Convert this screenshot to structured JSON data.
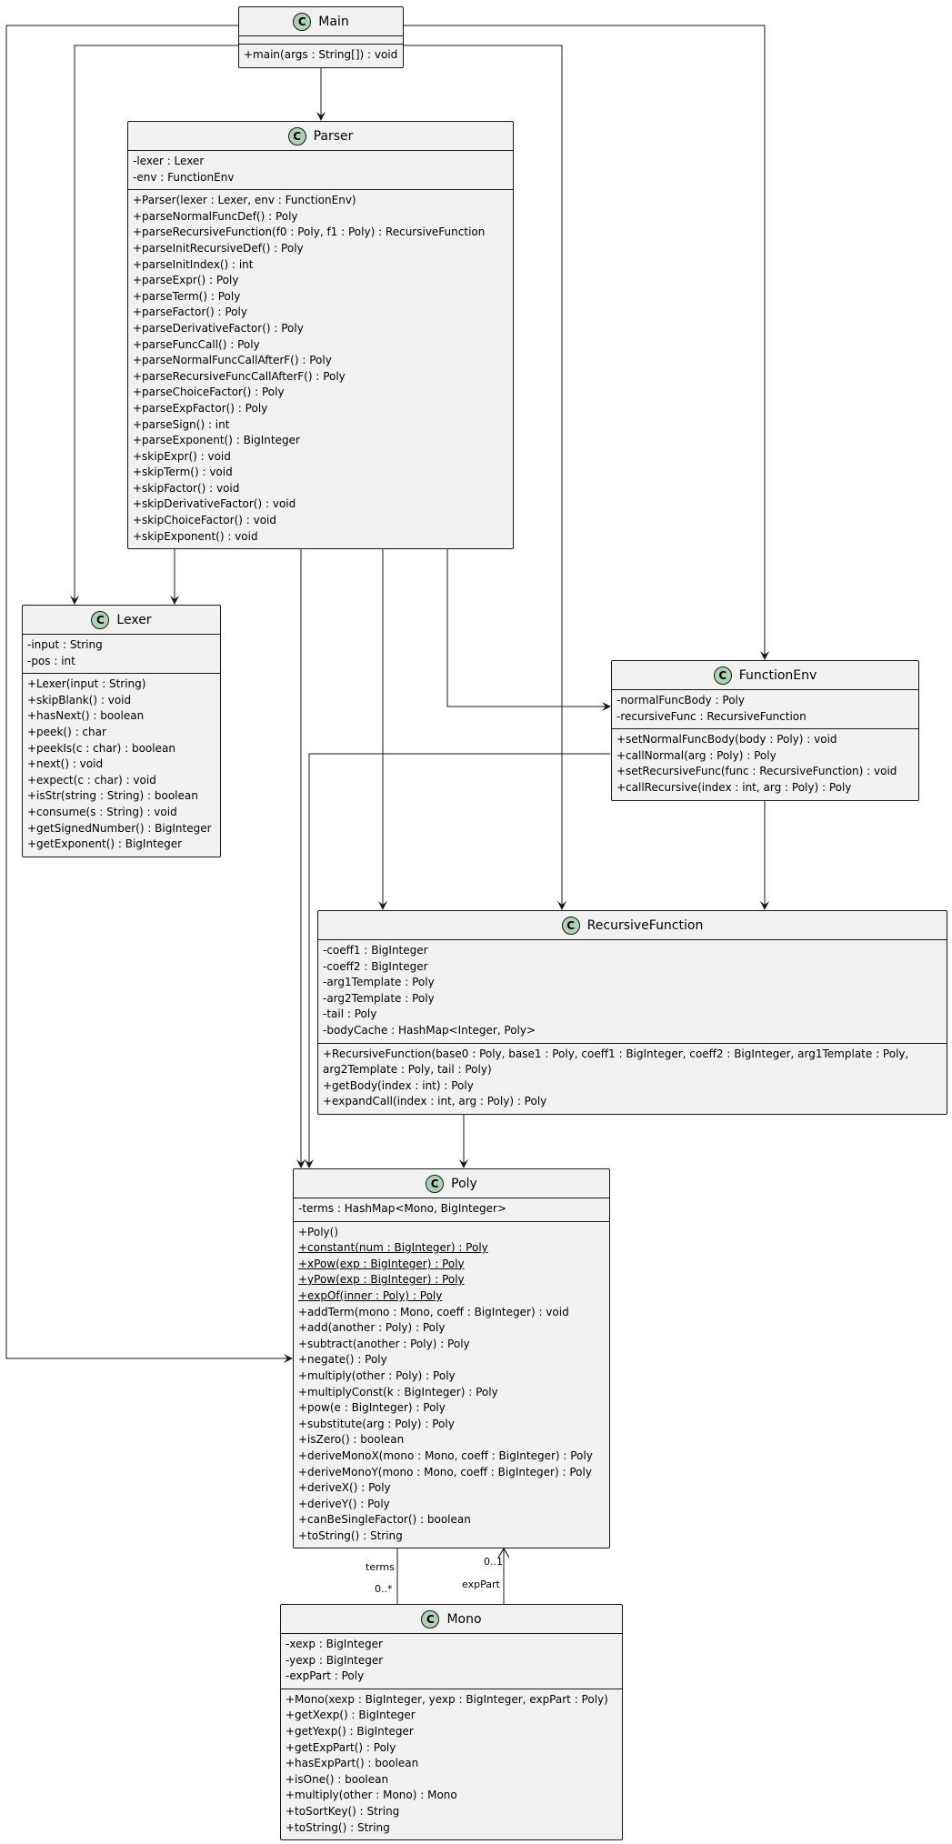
{
  "classes": {
    "main": {
      "name": "Main",
      "attributes": [],
      "methods": [
        "+main(args : String[]) : void"
      ]
    },
    "parser": {
      "name": "Parser",
      "attributes": [
        "-lexer : Lexer",
        "-env : FunctionEnv"
      ],
      "methods": [
        "+Parser(lexer : Lexer, env : FunctionEnv)",
        "+parseNormalFuncDef() : Poly",
        "+parseRecursiveFunction(f0 : Poly, f1 : Poly) : RecursiveFunction",
        "+parseInitRecursiveDef() : Poly",
        "+parseInitIndex() : int",
        "+parseExpr() : Poly",
        "+parseTerm() : Poly",
        "+parseFactor() : Poly",
        "+parseDerivativeFactor() : Poly",
        "+parseFuncCall() : Poly",
        "+parseNormalFuncCallAfterF() : Poly",
        "+parseRecursiveFuncCallAfterF() : Poly",
        "+parseChoiceFactor() : Poly",
        "+parseExpFactor() : Poly",
        "+parseSign() : int",
        "+parseExponent() : BigInteger",
        "+skipExpr() : void",
        "+skipTerm() : void",
        "+skipFactor() : void",
        "+skipDerivativeFactor() : void",
        "+skipChoiceFactor() : void",
        "+skipExponent() : void"
      ]
    },
    "lexer": {
      "name": "Lexer",
      "attributes": [
        "-input : String",
        "-pos : int"
      ],
      "methods": [
        "+Lexer(input : String)",
        "+skipBlank() : void",
        "+hasNext() : boolean",
        "+peek() : char",
        "+peekIs(c : char) : boolean",
        "+next() : void",
        "+expect(c : char) : void",
        "+isStr(string : String) : boolean",
        "+consume(s : String) : void",
        "+getSignedNumber() : BigInteger",
        "+getExponent() : BigInteger"
      ]
    },
    "functionEnv": {
      "name": "FunctionEnv",
      "attributes": [
        "-normalFuncBody : Poly",
        "-recursiveFunc : RecursiveFunction"
      ],
      "methods": [
        "+setNormalFuncBody(body : Poly) : void",
        "+callNormal(arg : Poly) : Poly",
        "+setRecursiveFunc(func : RecursiveFunction) : void",
        "+callRecursive(index : int, arg : Poly) : Poly"
      ]
    },
    "recursiveFunction": {
      "name": "RecursiveFunction",
      "attributes": [
        "-coeff1 : BigInteger",
        "-coeff2 : BigInteger",
        "-arg1Template : Poly",
        "-arg2Template : Poly",
        "-tail : Poly",
        "-bodyCache : HashMap<Integer, Poly>"
      ],
      "methods": [
        "+RecursiveFunction(base0 : Poly, base1 : Poly, coeff1 : BigInteger, coeff2 : BigInteger, arg1Template : Poly, arg2Template : Poly, tail : Poly)",
        "+getBody(index : int) : Poly",
        "+expandCall(index : int, arg : Poly) : Poly"
      ]
    },
    "poly": {
      "name": "Poly",
      "attributes": [
        "-terms : HashMap<Mono, BigInteger>"
      ],
      "methods": [
        "+Poly()",
        "+constant(num : BigInteger) : Poly",
        "+xPow(exp : BigInteger) : Poly",
        "+yPow(exp : BigInteger) : Poly",
        "+expOf(inner : Poly) : Poly",
        "+addTerm(mono : Mono, coeff : BigInteger) : void",
        "+add(another : Poly) : Poly",
        "+subtract(another : Poly) : Poly",
        "+negate() : Poly",
        "+multiply(other : Poly) : Poly",
        "+multiplyConst(k : BigInteger) : Poly",
        "+pow(e : BigInteger) : Poly",
        "+substitute(arg : Poly) : Poly",
        "+isZero() : boolean",
        "+deriveMonoX(mono : Mono, coeff : BigInteger) : Poly",
        "+deriveMonoY(mono : Mono, coeff : BigInteger) : Poly",
        "+deriveX() : Poly",
        "+deriveY() : Poly",
        "+canBeSingleFactor() : boolean",
        "+toString() : String"
      ]
    },
    "mono": {
      "name": "Mono",
      "attributes": [
        "-xexp : BigInteger",
        "-yexp : BigInteger",
        "-expPart : Poly"
      ],
      "methods": [
        "+Mono(xexp : BigInteger, yexp : BigInteger, expPart : Poly)",
        "+getXexp() : BigInteger",
        "+getYexp() : BigInteger",
        "+getExpPart() : Poly",
        "+hasExpPart() : boolean",
        "+isOne() : boolean",
        "+multiply(other : Mono) : Mono",
        "+toSortKey() : String",
        "+toString() : String"
      ]
    }
  },
  "class_icon_letter": "C",
  "static_methods": [
    "+constant(num : BigInteger) : Poly",
    "+xPow(exp : BigInteger) : Poly",
    "+yPow(exp : BigInteger) : Poly",
    "+expOf(inner : Poly) : Poly"
  ],
  "associations": {
    "terms_role": "terms",
    "terms_multiplicity": "0..*",
    "exppart_role": "expPart",
    "exppart_multiplicity": "0..1"
  },
  "colors": {
    "class_fill": "#F1F1F1",
    "class_border": "#181818",
    "class_icon": "#ADD1B2",
    "arrow": "#181818"
  }
}
